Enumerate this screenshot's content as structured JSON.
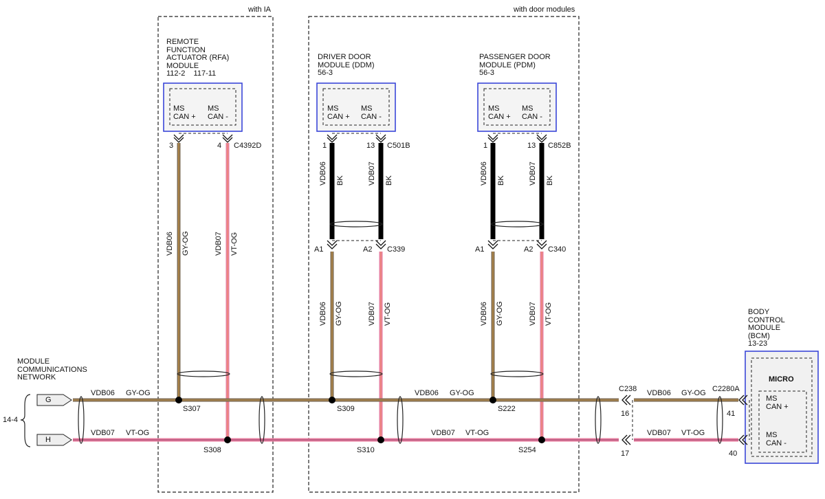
{
  "groups": {
    "ia": "with IA",
    "door_modules": "with door modules"
  },
  "modules": {
    "rfa": {
      "name_lines": [
        "REMOTE",
        "FUNCTION",
        "ACTUATOR (RFA)",
        "MODULE"
      ],
      "ref": "112-2    117-11",
      "pin_a": "MS\nCAN +",
      "pin_b": "MS\nCAN -"
    },
    "ddm": {
      "name_lines": [
        "DRIVER DOOR",
        "MODULE (DDM)"
      ],
      "ref": "56-3",
      "pin_a": "MS\nCAN +",
      "pin_b": "MS\nCAN -"
    },
    "pdm": {
      "name_lines": [
        "PASSENGER DOOR",
        "MODULE (PDM)"
      ],
      "ref": "56-3",
      "pin_a": "MS\nCAN +",
      "pin_b": "MS\nCAN -"
    },
    "bcm": {
      "name_lines": [
        "BODY",
        "CONTROL",
        "MODULE",
        "(BCM)"
      ],
      "ref": "13-23",
      "inner": "MICRO",
      "pin_a": "MS\nCAN +",
      "pin_b": "MS\nCAN -"
    }
  },
  "network": {
    "name_lines": [
      "MODULE",
      "COMMUNICATIONS",
      "NETWORK"
    ],
    "ref": "14-4",
    "tag_g": "G",
    "tag_h": "H"
  },
  "connectors": {
    "c4392d": "C4392D",
    "c501b": "C501B",
    "c852b": "C852B",
    "c339": "C339",
    "c340": "C340",
    "c238": "C238",
    "c2280a": "C2280A"
  },
  "pins": {
    "rfa_a": "3",
    "rfa_b": "4",
    "ddm_a": "1",
    "ddm_b": "13",
    "pdm_a": "1",
    "pdm_b": "13",
    "c339_a": "A1",
    "c339_b": "A2",
    "c340_a": "A1",
    "c340_b": "A2",
    "c238_a": "16",
    "c238_b": "17",
    "bcm_a": "41",
    "bcm_b": "40"
  },
  "splices": {
    "s307": "S307",
    "s308": "S308",
    "s309": "S309",
    "s310": "S310",
    "s222": "S222",
    "s254": "S254"
  },
  "wires": {
    "circuit_a": "VDB06",
    "circuit_b": "VDB07",
    "color_a": "GY-OG",
    "color_b": "VT-OG",
    "color_bk": "BK"
  },
  "colors": {
    "gy_og_base": "#7f6d55",
    "gy_og_stripe": "#c8923e",
    "vt_og_base": "#e77fa0",
    "vt_og_stripe": "#f08a6a",
    "bk": "#000000",
    "module_border": "#3a46d8",
    "module_fill": "#f1f1f1",
    "grid_dash": "#222222"
  }
}
